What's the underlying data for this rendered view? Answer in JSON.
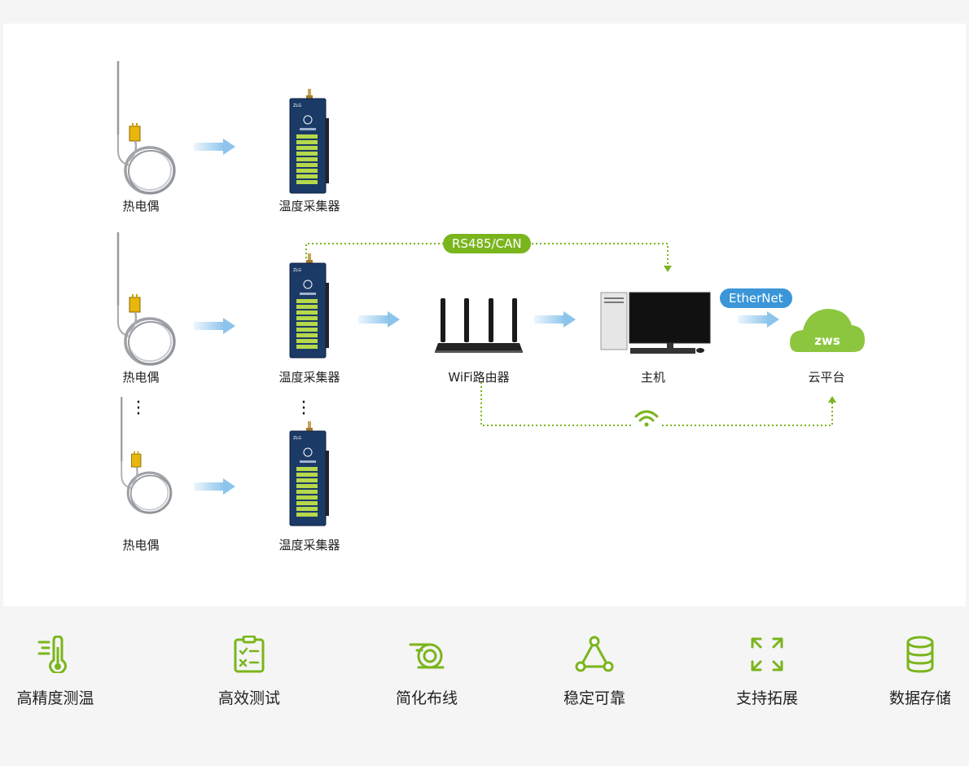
{
  "labels": {
    "thermocouple": "热电偶",
    "collector": "温度采集器",
    "router": "WiFi路由器",
    "host": "主机",
    "cloud": "云平台"
  },
  "badges": {
    "rs485": "RS485/CAN",
    "ethernet": "EtherNet"
  },
  "cloud_logo": "zws",
  "device_brand": "ZLG",
  "features": [
    {
      "label": "高精度测温",
      "icon": "thermometer-icon"
    },
    {
      "label": "高效测试",
      "icon": "checklist-icon"
    },
    {
      "label": "简化布线",
      "icon": "wiring-icon"
    },
    {
      "label": "稳定可靠",
      "icon": "triangle-network-icon"
    },
    {
      "label": "支持拓展",
      "icon": "expand-icon"
    },
    {
      "label": "数据存储",
      "icon": "database-icon"
    }
  ],
  "colors": {
    "accent_green": "#7ab51d",
    "accent_blue": "#3a96d8",
    "arrow_blue": "#8cc4ec",
    "device_navy": "#1b3a66",
    "terminal_green": "#b6d84a"
  }
}
